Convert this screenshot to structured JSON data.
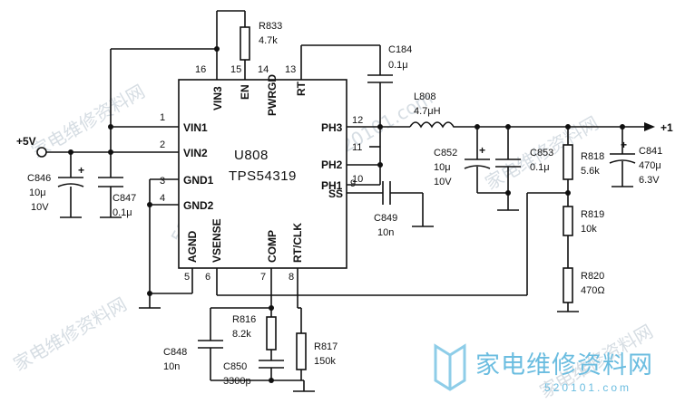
{
  "chip": {
    "ref": "U808",
    "part": "TPS54319"
  },
  "pins": [
    {
      "num": "1",
      "name": "VIN1"
    },
    {
      "num": "2",
      "name": "VIN2"
    },
    {
      "num": "3",
      "name": "GND1"
    },
    {
      "num": "4",
      "name": "GND2"
    },
    {
      "num": "5",
      "name": "AGND"
    },
    {
      "num": "6",
      "name": "VSENSE"
    },
    {
      "num": "7",
      "name": "COMP"
    },
    {
      "num": "8",
      "name": "RT/CLK"
    },
    {
      "num": "9",
      "name": "SS"
    },
    {
      "num": "10",
      "name": "PH1"
    },
    {
      "num": "11",
      "name": "PH2"
    },
    {
      "num": "12",
      "name": "PH3"
    },
    {
      "num": "13",
      "name": "RT"
    },
    {
      "num": "14",
      "name": "PWRGD"
    },
    {
      "num": "15",
      "name": "EN"
    },
    {
      "num": "16",
      "name": "VIN3"
    }
  ],
  "nets": {
    "input": "+5V",
    "output": "+1"
  },
  "components": {
    "R833": {
      "ref": "R833",
      "value": "4.7k"
    },
    "C184": {
      "ref": "C184",
      "value": "0.1μ"
    },
    "L808": {
      "ref": "L808",
      "value": "4.7μH"
    },
    "C852": {
      "ref": "C852",
      "value": "10μ",
      "rating": "10V"
    },
    "C853": {
      "ref": "C853",
      "value": "0.1μ"
    },
    "R818": {
      "ref": "R818",
      "value": "5.6k"
    },
    "C841": {
      "ref": "C841",
      "value": "470μ",
      "rating": "6.3V"
    },
    "R819": {
      "ref": "R819",
      "value": "10k"
    },
    "R820": {
      "ref": "R820",
      "value": "470Ω"
    },
    "C846": {
      "ref": "C846",
      "value": "10μ",
      "rating": "10V"
    },
    "C847": {
      "ref": "C847",
      "value": "0.1μ"
    },
    "C849": {
      "ref": "C849",
      "value": "10n"
    },
    "R816": {
      "ref": "R816",
      "value": "8.2k"
    },
    "C848": {
      "ref": "C848",
      "value": "10n"
    },
    "C850": {
      "ref": "C850",
      "value": "3300p"
    },
    "R817": {
      "ref": "R817",
      "value": "150k"
    }
  },
  "watermark": {
    "brand": "家电维修资料网",
    "url": "520101.com",
    "diagonal": [
      "家电维修资料网",
      "520101.com",
      "家电维修资料网",
      "520101.com",
      "家电维修资料网",
      "家电维修资料网"
    ]
  }
}
